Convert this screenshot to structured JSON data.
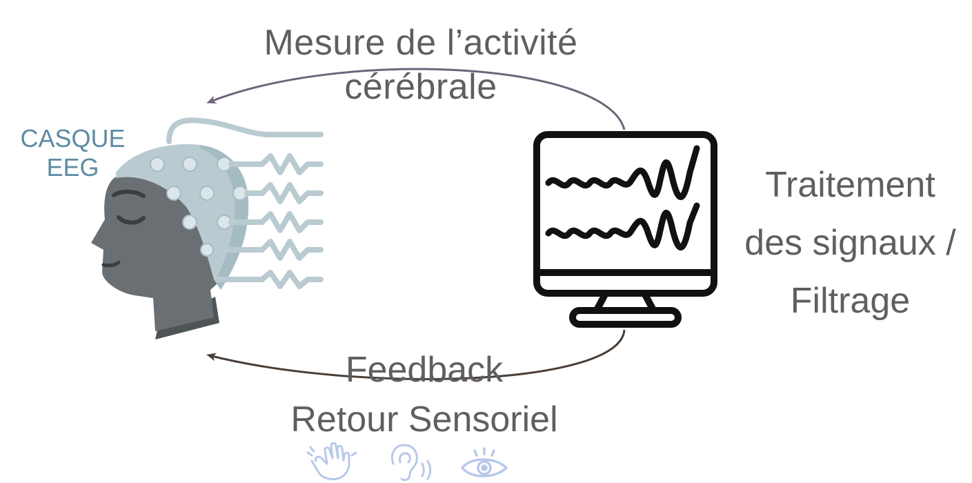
{
  "labels": {
    "measure_line1": "Mesure de l’activité",
    "measure_line2": "cérébrale",
    "processing_line1": "Traitement",
    "processing_line2": "des signaux /",
    "processing_line3": "Filtrage",
    "feedback_line1": "Feedback",
    "feedback_line2": "Retour Sensoriel",
    "headset_line1": "CASQUE",
    "headset_line2": "EEG"
  },
  "icons": {
    "head": "head-with-eeg-cap-icon",
    "computer": "monitor-with-signals-icon",
    "touch": "hand-icon",
    "hearing": "ear-icon",
    "vision": "eye-icon"
  },
  "colors": {
    "text": "#5f5f5f",
    "headset_label": "#5d8ba3",
    "arrow_top": "#6e6479",
    "arrow_bottom": "#4a3f38",
    "cap": "#b9cbd1",
    "face": "#6a6f73",
    "sense_icons": "#b8c8ea"
  }
}
